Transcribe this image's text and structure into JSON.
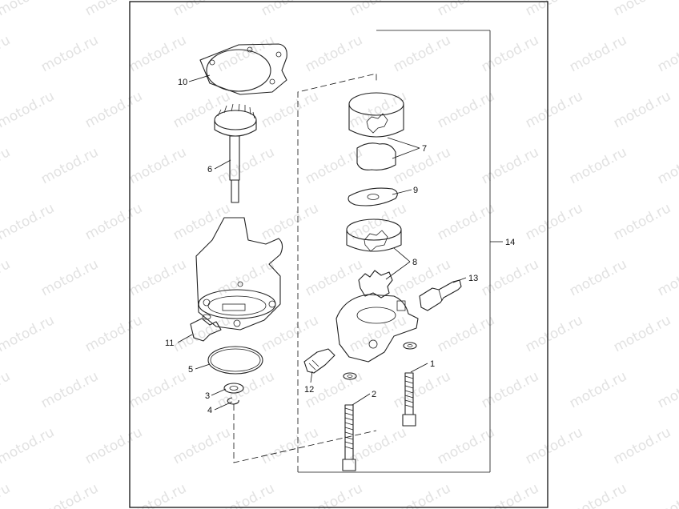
{
  "watermark": "motod.ru",
  "callouts": [
    {
      "id": "c1",
      "label": "1"
    },
    {
      "id": "c2",
      "label": "2"
    },
    {
      "id": "c3",
      "label": "3"
    },
    {
      "id": "c4",
      "label": "4"
    },
    {
      "id": "c5",
      "label": "5"
    },
    {
      "id": "c6",
      "label": "6"
    },
    {
      "id": "c7",
      "label": "7"
    },
    {
      "id": "c8",
      "label": "8"
    },
    {
      "id": "c9",
      "label": "9"
    },
    {
      "id": "c10",
      "label": "10"
    },
    {
      "id": "c11",
      "label": "11"
    },
    {
      "id": "c12",
      "label": "12"
    },
    {
      "id": "c13",
      "label": "13"
    },
    {
      "id": "c14",
      "label": "14"
    }
  ]
}
